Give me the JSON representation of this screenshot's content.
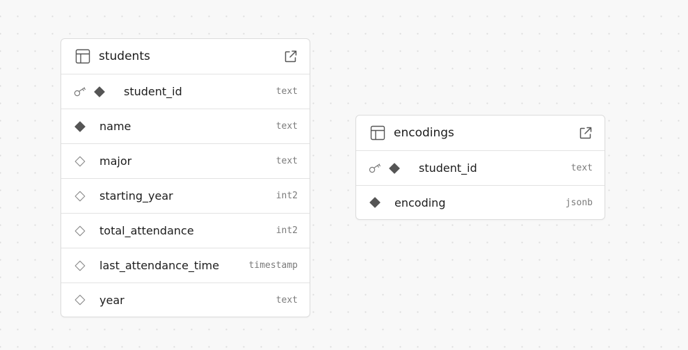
{
  "colors": {
    "canvas_bg": "#f8f8f8",
    "card_bg": "#ffffff",
    "border": "#dcdcdc",
    "icon": "#555555",
    "type_text": "#7a7a7a"
  },
  "tables": [
    {
      "name": "students",
      "columns": [
        {
          "name": "student_id",
          "type": "text",
          "primary_key": true,
          "required": true
        },
        {
          "name": "name",
          "type": "text",
          "primary_key": false,
          "required": true
        },
        {
          "name": "major",
          "type": "text",
          "primary_key": false,
          "required": false
        },
        {
          "name": "starting_year",
          "type": "int2",
          "primary_key": false,
          "required": false
        },
        {
          "name": "total_attendance",
          "type": "int2",
          "primary_key": false,
          "required": false
        },
        {
          "name": "last_attendance_time",
          "type": "timestamp",
          "primary_key": false,
          "required": false
        },
        {
          "name": "year",
          "type": "text",
          "primary_key": false,
          "required": false
        }
      ]
    },
    {
      "name": "encodings",
      "columns": [
        {
          "name": "student_id",
          "type": "text",
          "primary_key": true,
          "required": true
        },
        {
          "name": "encoding",
          "type": "jsonb",
          "primary_key": false,
          "required": true
        }
      ]
    }
  ],
  "icons": {
    "header": "table-grid-icon",
    "open": "external-link-icon",
    "primary_key": "key-icon",
    "required": "filled-diamond-icon",
    "nullable": "outline-diamond-icon"
  }
}
